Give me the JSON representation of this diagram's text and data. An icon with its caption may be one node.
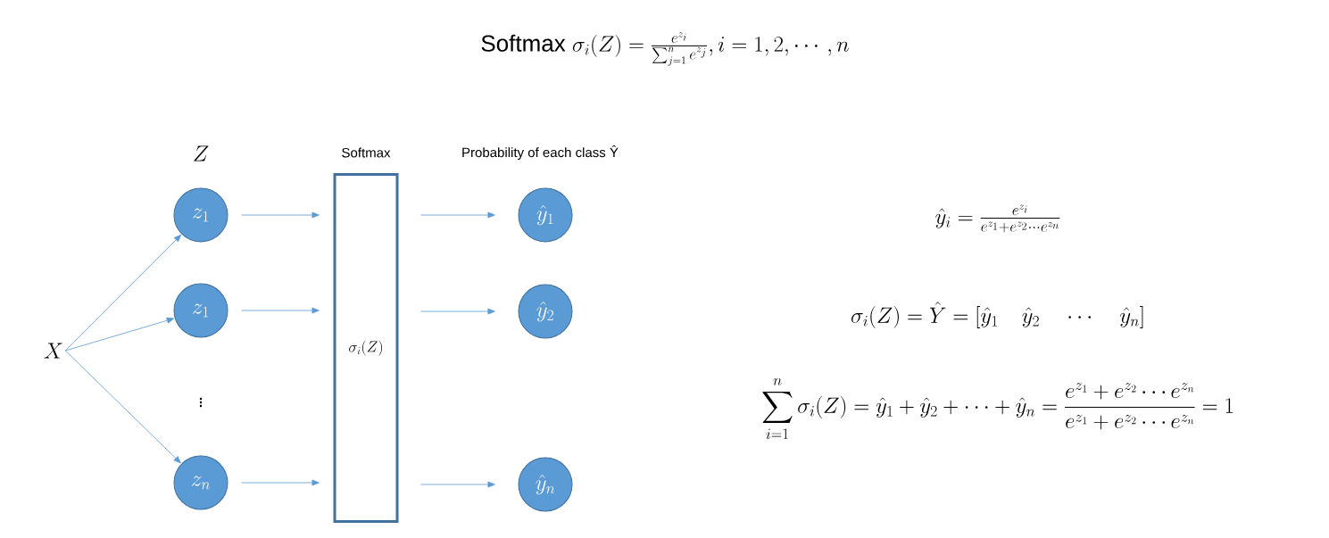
{
  "diagram": {
    "title": "\\mathrm{Softmax}\\ \\sigma_i(Z)=\\frac{e^{z_i}}{\\sum_{j=1}^{n}e^{z_j}},i=1,2,\\cdots,n",
    "nodes": [
      {
        "text": [
          "X"
        ]
      },
      {
        "text": [
          "z_1"
        ]
      },
      {
        "text": [
          "z_1"
        ]
      },
      {
        "text": [
          "z_n"
        ]
      },
      {
        "text": [
          "Softmax",
          "\\sigma_i(Z)"
        ]
      },
      {
        "text": [
          "\\hat{y}_1"
        ]
      },
      {
        "text": [
          "\\hat{y}_2"
        ]
      },
      {
        "text": [
          "\\hat{y}_n"
        ]
      }
    ],
    "edges": [
      {
        "from": 0,
        "to": 1,
        "arrow": "to"
      },
      {
        "from": 0,
        "to": 2,
        "arrow": "to"
      },
      {
        "from": 0,
        "to": 3,
        "arrow": "to"
      },
      {
        "from": 1,
        "to": 4,
        "arrow": "to"
      },
      {
        "from": 2,
        "to": 4,
        "arrow": "to"
      },
      {
        "from": 3,
        "to": 4,
        "arrow": "to"
      },
      {
        "from": 4,
        "to": 5,
        "arrow": "to"
      },
      {
        "from": 4,
        "to": 6,
        "arrow": "to"
      },
      {
        "from": 4,
        "to": 7,
        "arrow": "to"
      }
    ],
    "labels": [
      "Z",
      "\\vdots",
      "Probability of each class Ŷ",
      "\\hat{y}_i=\\frac{e^{z_i}}{e^{z_1}+e^{z_2}\\cdots e^{z_n}}",
      "\\sigma_i(Z)=\\hat{Y}=[\\hat{y}_1\\quad\\hat{y}_2\\quad\\cdots\\quad\\hat{y}_n]",
      "\\sum_{i=1}^{n}\\sigma_i(Z)=\\hat{y}_1+\\hat{y}_2+\\cdots+\\hat{y}_n=\\frac{e^{z_1}+e^{z_2}\\cdots e^{z_n}}{e^{z_1}+e^{z_2}\\cdots e^{z_n}}=1"
    ]
  }
}
